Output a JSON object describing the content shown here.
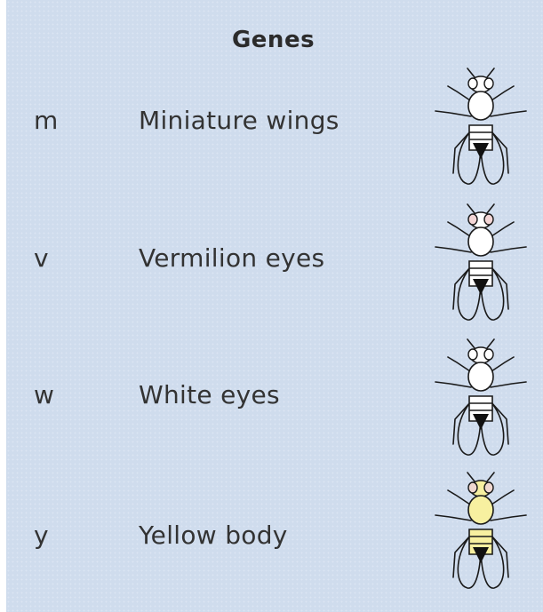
{
  "title": "Genes",
  "genes": [
    {
      "symbol": "m",
      "name": "Miniature wings",
      "eye_color": "#ffffff",
      "body_color": "#ffffff"
    },
    {
      "symbol": "v",
      "name": "Vermilion eyes",
      "eye_color": "#f4d6d6",
      "body_color": "#ffffff"
    },
    {
      "symbol": "w",
      "name": "White eyes",
      "eye_color": "#ffffff",
      "body_color": "#ffffff"
    },
    {
      "symbol": "y",
      "name": "Yellow body",
      "eye_color": "#f0d8d0",
      "body_color": "#f7f0a0"
    }
  ]
}
